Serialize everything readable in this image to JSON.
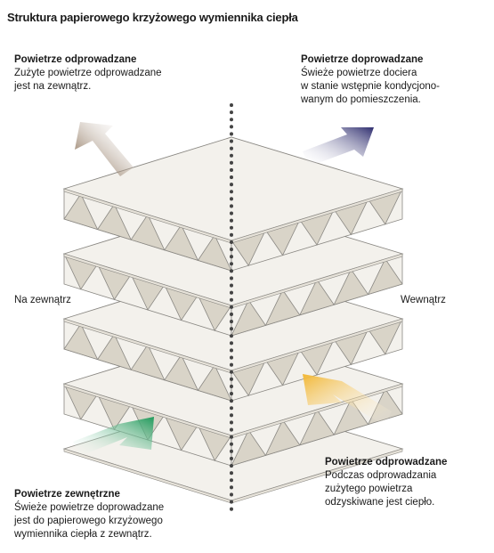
{
  "title": "Struktura papierowego krzyżowego wymiennika ciepła",
  "exhaust_out": {
    "heading": "Powietrze odprowadzane",
    "lines": [
      "Zużyte powietrze odprowadzane",
      "jest na zewnątrz."
    ]
  },
  "supply_in": {
    "heading": "Powietrze doprowadzane",
    "lines": [
      "Świeże powietrze dociera",
      "w stanie wstępnie kondycjono-",
      "wanym do pomieszczenia."
    ]
  },
  "outside_label": "Na zewnątrz",
  "inside_label": "Wewnątrz",
  "exhaust_in": {
    "heading": "Powietrze odprowadzane",
    "lines": [
      "Podczas odprowadzania",
      "zużytego powietrza",
      "odzyskiwane jest ciepło."
    ]
  },
  "outdoor_air": {
    "heading": "Powietrze zewnętrzne",
    "lines": [
      "Świeże powietrze doprowadzane",
      "jest do papierowego krzyżowego",
      "wymiennika ciepła z zewnątrz."
    ]
  },
  "colors": {
    "exhaust_out_arrow": "#6b4a2b",
    "supply_in_arrow": "#2e2d6e",
    "exhaust_in_arrow": "#f2b632",
    "outdoor_air_arrow": "#1e9a5a",
    "plate_fill": "#f3f1ec",
    "plate_stroke": "#8a8883",
    "flute_shade": "#d9d4c8",
    "center_line": "#444444"
  }
}
